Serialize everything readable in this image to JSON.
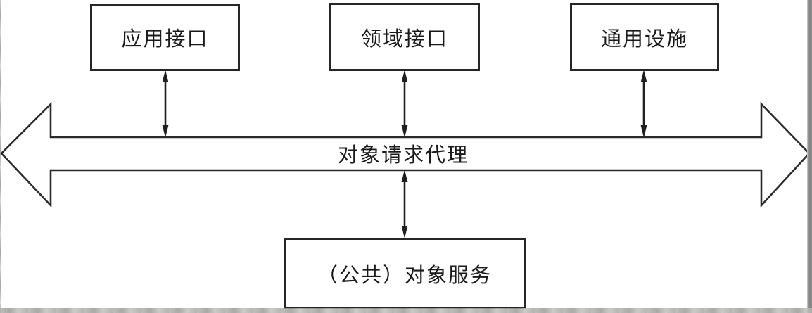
{
  "diagram": {
    "type": "architecture-block-diagram",
    "top_boxes": [
      {
        "id": "application-interfaces",
        "label": "应用接口"
      },
      {
        "id": "domain-interfaces",
        "label": "领域接口"
      },
      {
        "id": "common-facilities",
        "label": "通用设施"
      }
    ],
    "orb_bar": {
      "id": "object-request-broker",
      "label": "对象请求代理",
      "shape": "horizontal-double-headed-arrow"
    },
    "bottom_box": {
      "id": "common-object-services",
      "label": "（公共）对象服务"
    },
    "connectors": [
      {
        "from": "application-interfaces",
        "to": "object-request-broker",
        "style": "double-headed-vertical-arrow"
      },
      {
        "from": "domain-interfaces",
        "to": "object-request-broker",
        "style": "double-headed-vertical-arrow"
      },
      {
        "from": "common-facilities",
        "to": "object-request-broker",
        "style": "double-headed-vertical-arrow"
      },
      {
        "from": "object-request-broker",
        "to": "common-object-services",
        "style": "double-headed-vertical-arrow"
      }
    ],
    "colors": {
      "line": "#262626",
      "text": "#1a1a1a",
      "background": "#ffffff",
      "scan_border_right": "#848484",
      "scan_border_bottom": "#aaaaa4"
    }
  }
}
